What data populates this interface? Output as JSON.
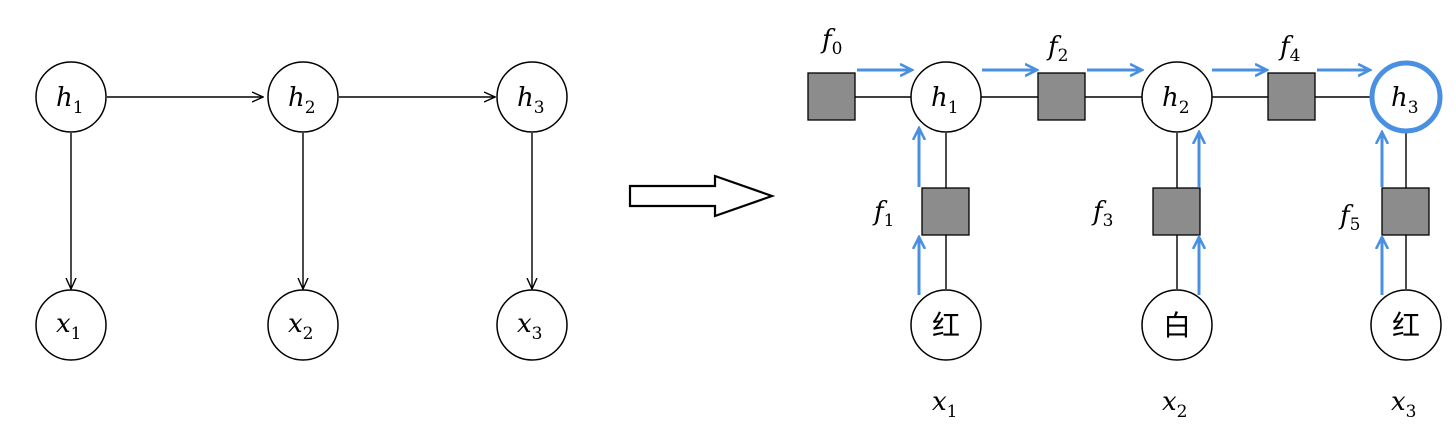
{
  "left_graph": {
    "hidden_nodes": [
      {
        "base": "h",
        "sub": "1"
      },
      {
        "base": "h",
        "sub": "2"
      },
      {
        "base": "h",
        "sub": "3"
      }
    ],
    "observed_nodes": [
      {
        "base": "x",
        "sub": "1"
      },
      {
        "base": "x",
        "sub": "2"
      },
      {
        "base": "x",
        "sub": "3"
      }
    ]
  },
  "right_graph": {
    "hidden_nodes": [
      {
        "base": "h",
        "sub": "1"
      },
      {
        "base": "h",
        "sub": "2"
      },
      {
        "base": "h",
        "sub": "3",
        "highlighted": true
      }
    ],
    "observed_nodes": [
      {
        "text": "红",
        "base": "x",
        "sub": "1"
      },
      {
        "text": "白",
        "base": "x",
        "sub": "2"
      },
      {
        "text": "红",
        "base": "x",
        "sub": "3"
      }
    ],
    "factors": [
      {
        "base": "f",
        "sub": "0"
      },
      {
        "base": "f",
        "sub": "1"
      },
      {
        "base": "f",
        "sub": "2"
      },
      {
        "base": "f",
        "sub": "3"
      },
      {
        "base": "f",
        "sub": "4"
      },
      {
        "base": "f",
        "sub": "5"
      }
    ]
  },
  "colors": {
    "message_arrows": "#4a90e2",
    "factor_fill": "#8c8c8c",
    "lines": "#000000"
  }
}
